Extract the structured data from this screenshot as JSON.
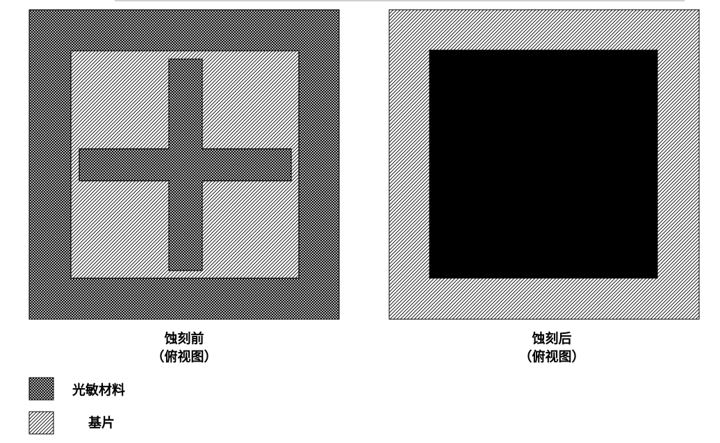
{
  "colors": {
    "background": "#ffffff",
    "outline": "#000000",
    "etched_region": "#000000"
  },
  "panels": {
    "before": {
      "caption_line1": "蚀刻前",
      "caption_line2": "（俯视图）"
    },
    "after": {
      "caption_line1": "蚀刻后",
      "caption_line2": "（俯视图）"
    }
  },
  "legend": {
    "items": [
      {
        "label": "光敏材料",
        "pattern": "crosshatch"
      },
      {
        "label": "基片",
        "pattern": "diagonal-hatch"
      }
    ]
  }
}
